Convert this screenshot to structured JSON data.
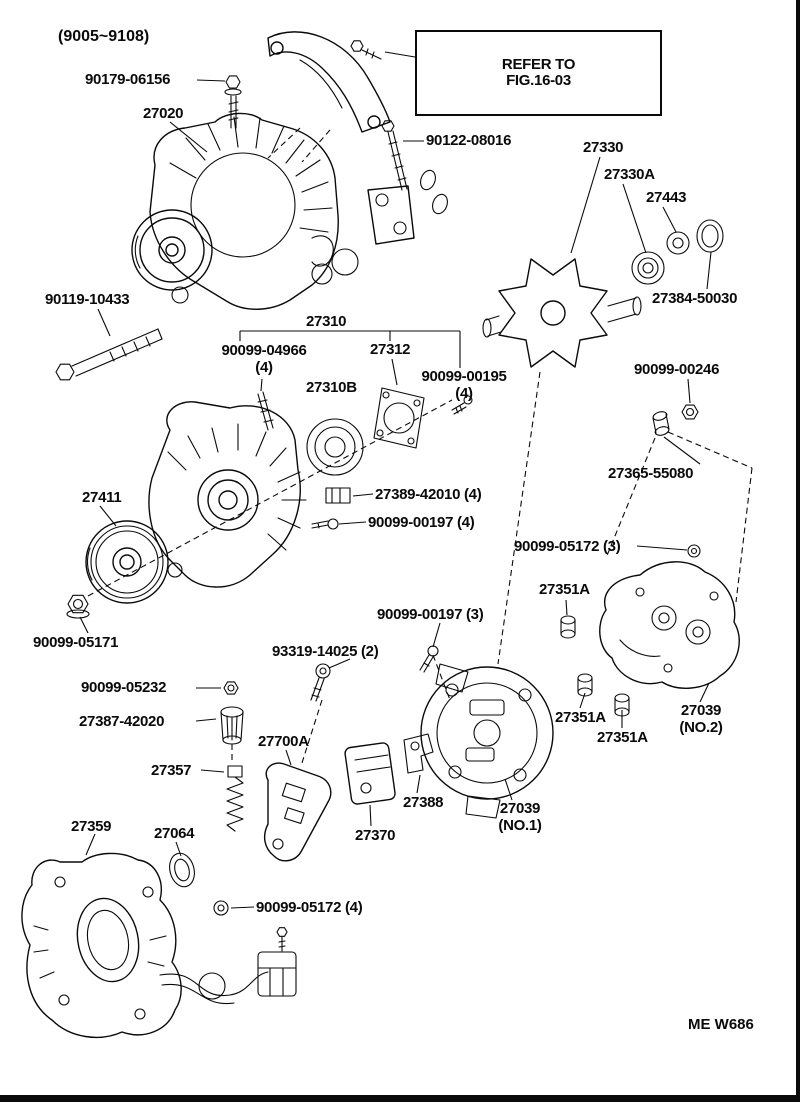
{
  "page": {
    "note": "(9005~9108)",
    "refer_box": "REFER TO\nFIG.16-03",
    "footer_code": "ME W686"
  },
  "labels": [
    {
      "text": "90179-06156"
    },
    {
      "text": "27020"
    },
    {
      "text": "90122-08016"
    },
    {
      "text": "27330"
    },
    {
      "text": "27330A"
    },
    {
      "text": "27443"
    },
    {
      "text": "27384-50030"
    },
    {
      "text": "90119-10433"
    },
    {
      "text": "27310"
    },
    {
      "text": "90099-04966\n(4)"
    },
    {
      "text": "27312"
    },
    {
      "text": "27310B"
    },
    {
      "text": "90099-00195\n(4)"
    },
    {
      "text": "90099-00246"
    },
    {
      "text": "27365-55080"
    },
    {
      "text": "27389-42010 (4)"
    },
    {
      "text": "90099-00197 (4)"
    },
    {
      "text": "90099-05172 (3)"
    },
    {
      "text": "27351A"
    },
    {
      "text": "27411"
    },
    {
      "text": "90099-05171"
    },
    {
      "text": "90099-00197 (3)"
    },
    {
      "text": "93319-14025 (2)"
    },
    {
      "text": "90099-05232"
    },
    {
      "text": "27387-42020"
    },
    {
      "text": "27700A"
    },
    {
      "text": "27357"
    },
    {
      "text": "27351A"
    },
    {
      "text": "27351A"
    },
    {
      "text": "27039\n(NO.2)"
    },
    {
      "text": "27388"
    },
    {
      "text": "27039\n(NO.1)"
    },
    {
      "text": "27370"
    },
    {
      "text": "27359"
    },
    {
      "text": "27064"
    },
    {
      "text": "90099-05172 (4)"
    }
  ]
}
